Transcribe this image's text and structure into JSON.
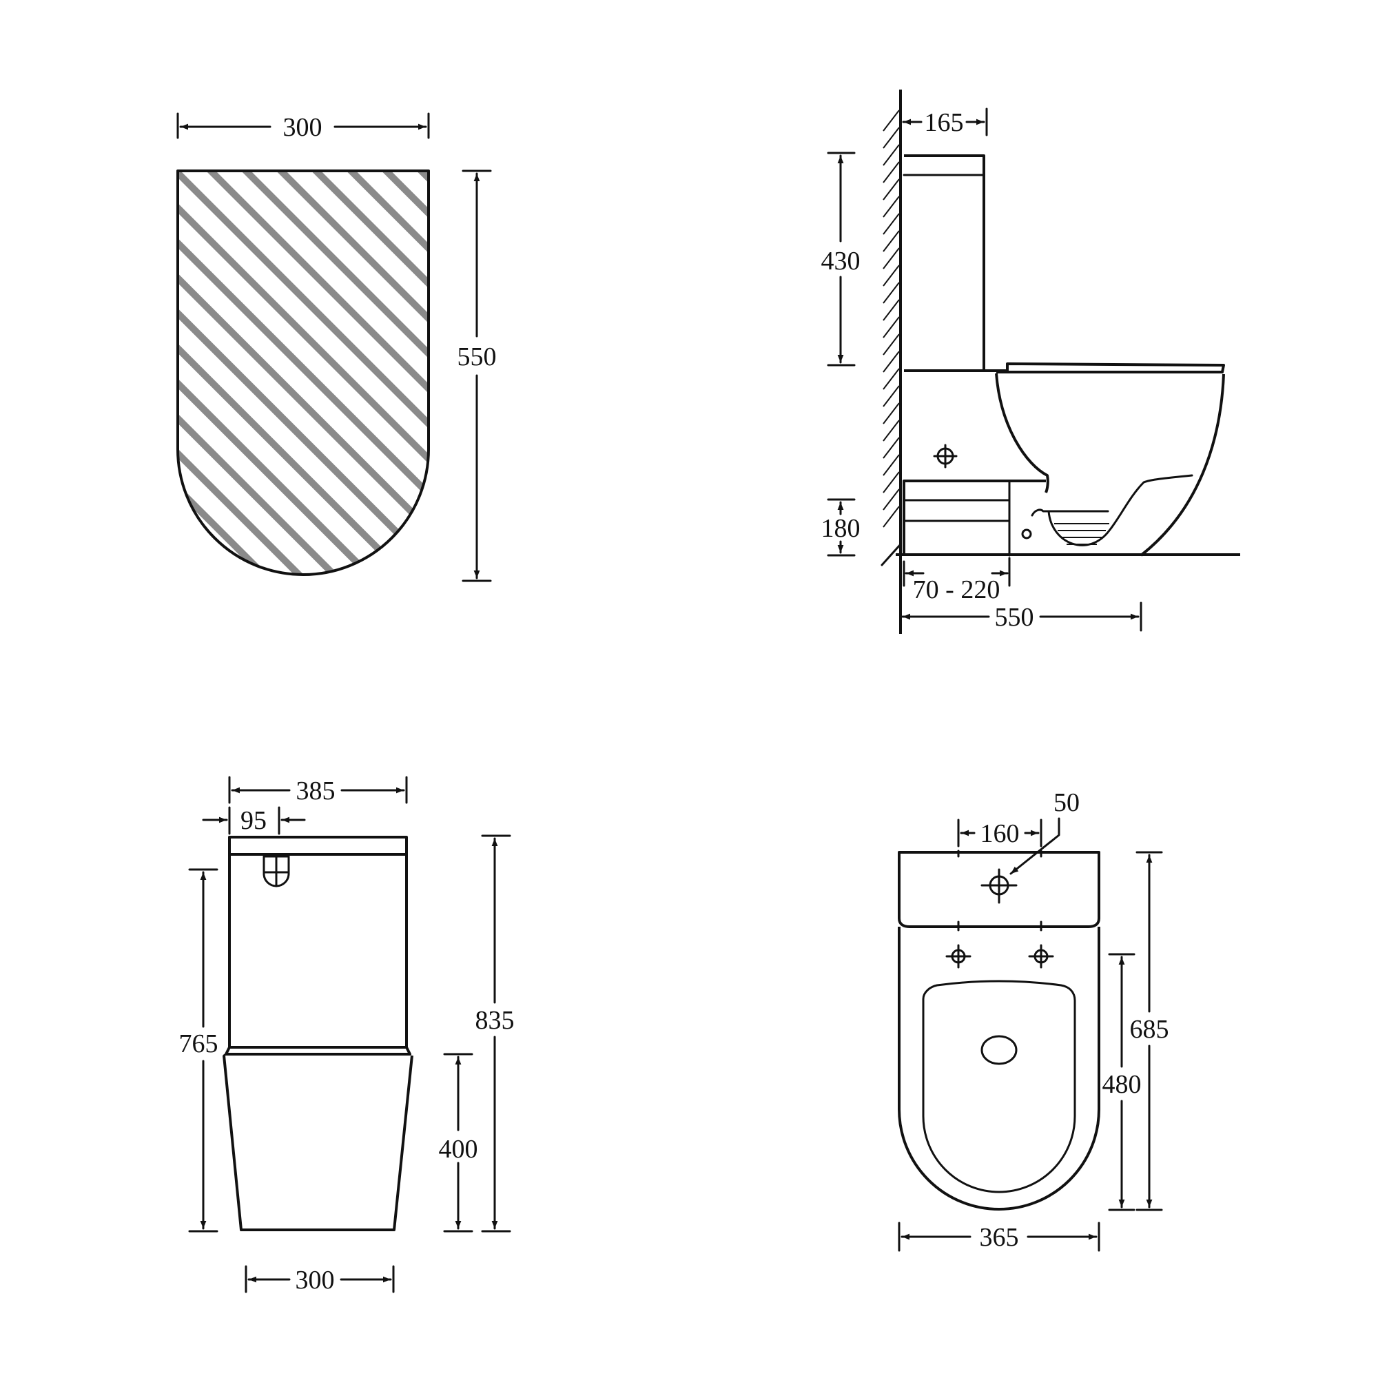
{
  "footprint_view": {
    "width_label": "300",
    "depth_label": "550"
  },
  "side_view": {
    "cistern_depth_label": "165",
    "cistern_height_label": "430",
    "outlet_height_label": "180",
    "outlet_setout_label": "70 - 220",
    "total_depth_label": "550"
  },
  "front_view": {
    "cistern_width_label": "385",
    "button_offset_label": "95",
    "height_to_button_label": "765",
    "total_height_label": "835",
    "seat_height_label": "400",
    "base_width_label": "300"
  },
  "top_view": {
    "hole_diameter_label": "50",
    "hole_spacing_label": "160",
    "total_length_label": "685",
    "bowl_length_label": "480",
    "bowl_width_label": "365"
  },
  "colors": {
    "line": "#111111",
    "hatch": "#888888",
    "background": "#ffffff"
  }
}
